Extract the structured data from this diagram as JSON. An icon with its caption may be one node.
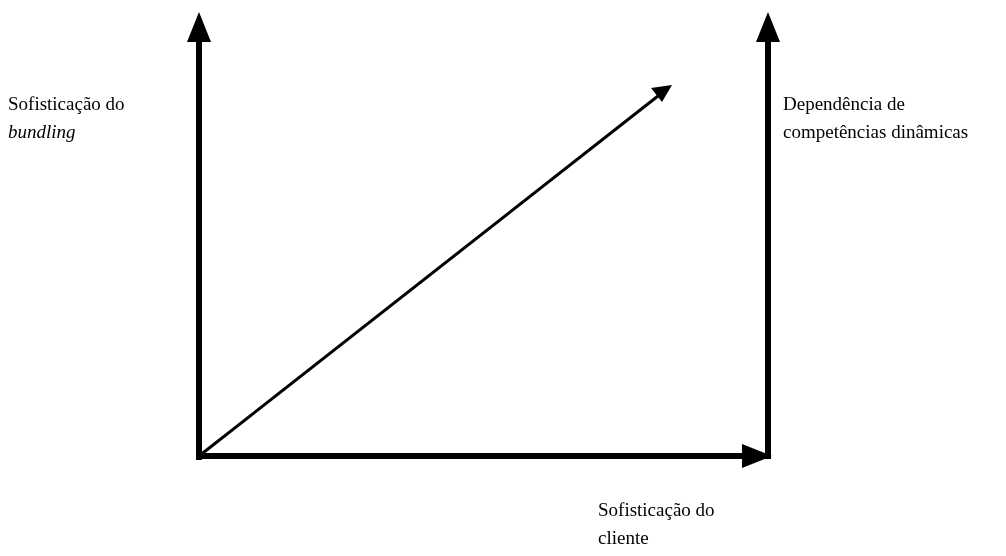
{
  "diagram": {
    "labels": [
      "Sofisticação do *bundling*",
      "Dependência de competências dinâmicas",
      "Sofisticação do cliente"
    ]
  }
}
